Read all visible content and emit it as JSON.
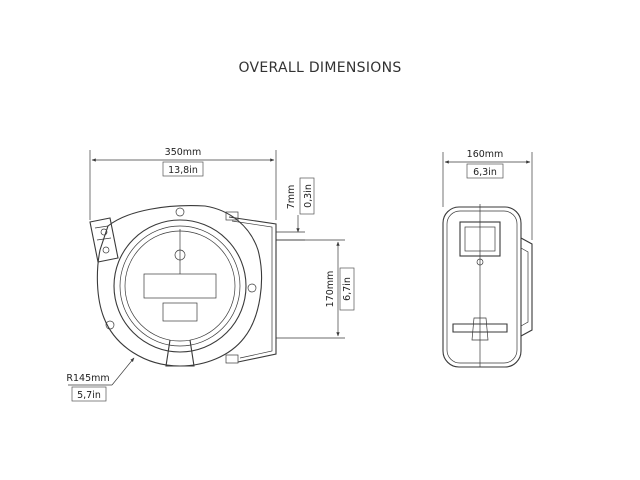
{
  "title": "OVERALL DIMENSIONS",
  "dimensions": {
    "width_mm": "350mm",
    "width_in": "13,8in",
    "depth_mm": "160mm",
    "depth_in": "6,3in",
    "offset_mm": "7mm",
    "offset_in": "0,3in",
    "bracket_mm": "170mm",
    "bracket_in": "6,7in",
    "radius_mm": "R145mm",
    "radius_in": "5,7in"
  },
  "colors": {
    "line": "#3a3a3a",
    "text": "#222222"
  }
}
